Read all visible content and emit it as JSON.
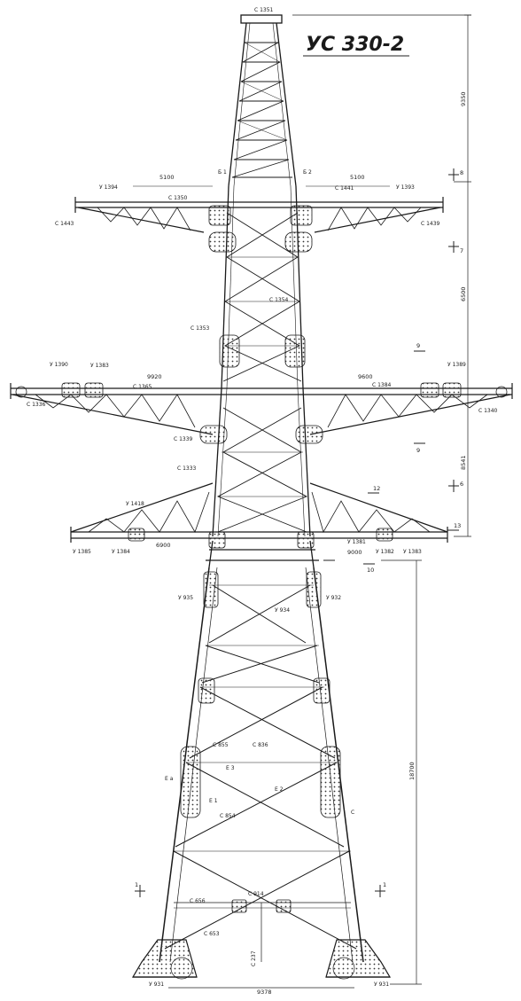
{
  "drawing": {
    "title": "УС 330-2",
    "top_marker": "С 1351"
  },
  "dimensions": {
    "d_9350": "9350",
    "d_6500": "6500",
    "d_8541": "8541",
    "d_18700": "18700",
    "d_5100_left": "5100",
    "d_5100_right": "5100",
    "d_9920": "9920",
    "d_9600": "9600",
    "d_6900": "6900",
    "d_9000": "9000",
    "d_9378": "9378"
  },
  "sections": {
    "s8": "8",
    "s7": "7",
    "s9_top": "9",
    "s9_bottom": "9",
    "s6": "6",
    "s13": "13",
    "s12": "12",
    "s10": "10",
    "s1_left": "1",
    "s1_right": "1"
  },
  "labels": {
    "upper_left_1": "У 1394",
    "upper_left_2": "С 1443",
    "upper_left_3": "С 1350",
    "upper_right_1": "У 1393",
    "upper_right_2": "С 1439",
    "upper_right_3": "С 1441",
    "upper_mid": "С 1354",
    "mid_left_1": "У 1390",
    "mid_left_2": "У 1383",
    "mid_left_3": "С 1365",
    "mid_left_4": "С 1336",
    "mid_right_1": "С 1384",
    "mid_right_2": "С 1340",
    "mid_right_3": "У 1389",
    "body_1": "С 1353",
    "body_2": "С 1339",
    "body_3": "С 1333",
    "lower_arm_1": "У 1418",
    "lower_arm_2": "У 1385",
    "lower_arm_3": "У 1384",
    "lower_arm_4": "У 1381",
    "lower_arm_5": "У 1382",
    "lower_arm_6": "У 1383",
    "leg_1": "У 935",
    "leg_2": "У 932",
    "leg_3": "У 934",
    "leg_4": "С 836",
    "leg_5": "С 855",
    "leg_6": "С 854",
    "leg_7": "С 914",
    "leg_8": "С 656",
    "leg_9": "С 653",
    "leg_10": "С 237",
    "foot_left": "У 931",
    "foot_right": "У 931",
    "ea": "Е а",
    "e1": "Е 1",
    "e2": "Е 2",
    "e3": "Е 3",
    "c": "С",
    "b1": "Б 1",
    "b2": "Б 2"
  }
}
